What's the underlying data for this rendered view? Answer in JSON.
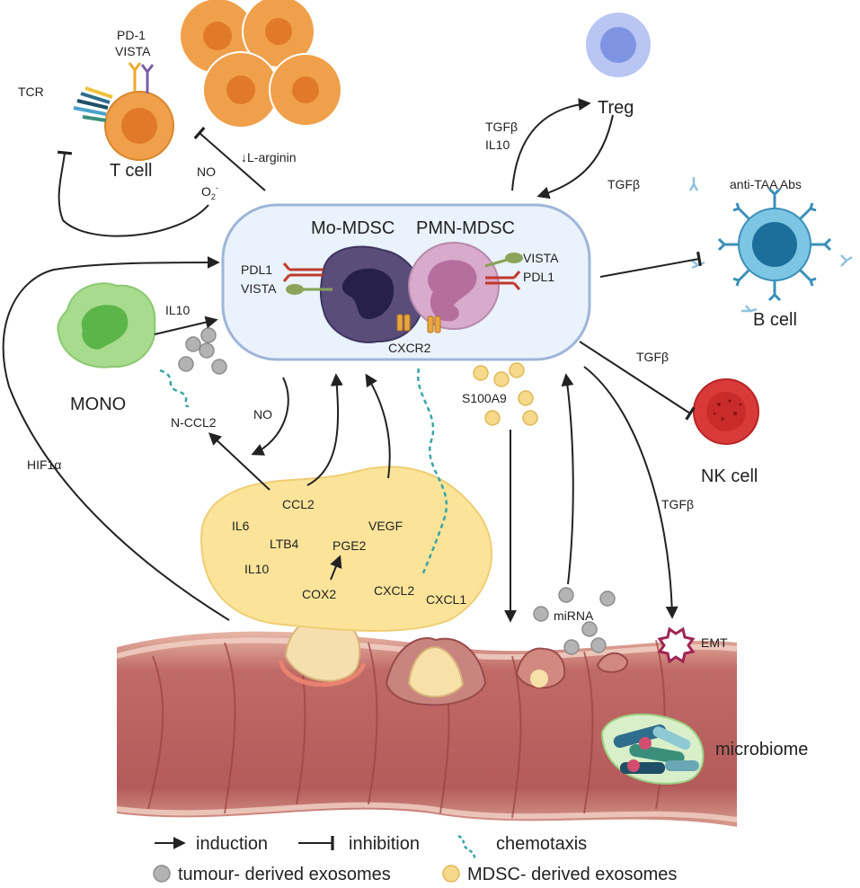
{
  "cells": {
    "t_cell": "T cell",
    "pd1": "PD-1",
    "vista_t": "VISTA",
    "tcr": "TCR",
    "treg": "Treg",
    "b_cell": "B cell",
    "anti_taa": "anti-TAA Abs",
    "nk_cell": "NK cell",
    "mono": "MONO",
    "mo_mdsc": "Mo-MDSC",
    "pmn_mdsc": "PMN-MDSC"
  },
  "receptors": {
    "pdl1_left": "PDL1",
    "vista_left": "VISTA",
    "vista_right": "VISTA",
    "pdl1_right": "PDL1",
    "cxcr2": "CXCR2"
  },
  "mediators": {
    "no_t": "NO",
    "o2": "O",
    "o2_sub": "2",
    "o2_sup": "-",
    "l_arginin": "↓L-arginin",
    "tgfb_treg_out": "TGFβ",
    "il10_treg_out": "IL10",
    "tgfb_treg_in": "TGFβ",
    "il10_mono": "IL10",
    "tgfb_nk": "TGFβ",
    "tgfb_emt": "TGFβ",
    "no_mid": "NO",
    "n_ccl2": "N-CCL2",
    "hif1a": "HIF1α",
    "s100a9": "S100A9",
    "mirna": "miRNA",
    "emt": "EMT",
    "microbiome": "microbiome"
  },
  "tumour_factors": {
    "ccl2": "CCL2",
    "il6": "IL6",
    "vegf": "VEGF",
    "ltb4": "LTB4",
    "pge2": "PGE2",
    "il10": "IL10",
    "cox2": "COX2",
    "cxcl2": "CXCL2",
    "cxcl1": "CXCL1"
  },
  "legend": {
    "induction": "induction",
    "inhibition": "inhibition",
    "chemotaxis": "chemotaxis",
    "tumour_exosomes": "tumour- derived exosomes",
    "mdsc_exosomes": "MDSC- derived exosomes"
  },
  "colors": {
    "t_cell": "#f0a04b",
    "treg": "#a9b8ef",
    "b_cell": "#4ab0d9",
    "nk_cell": "#d83a3a",
    "mono": "#7fc96a",
    "mo_mdsc": "#5a4d7a",
    "pmn_mdsc": "#d6a9c8",
    "mdsc_box": "#eaf2fb",
    "tumour_blob": "#fbe49a",
    "gut": "#b85a5a",
    "tumour_exosome": "#b3b3b3",
    "mdsc_exosome": "#f6d98a",
    "chemotaxis": "#3aa4a4"
  }
}
